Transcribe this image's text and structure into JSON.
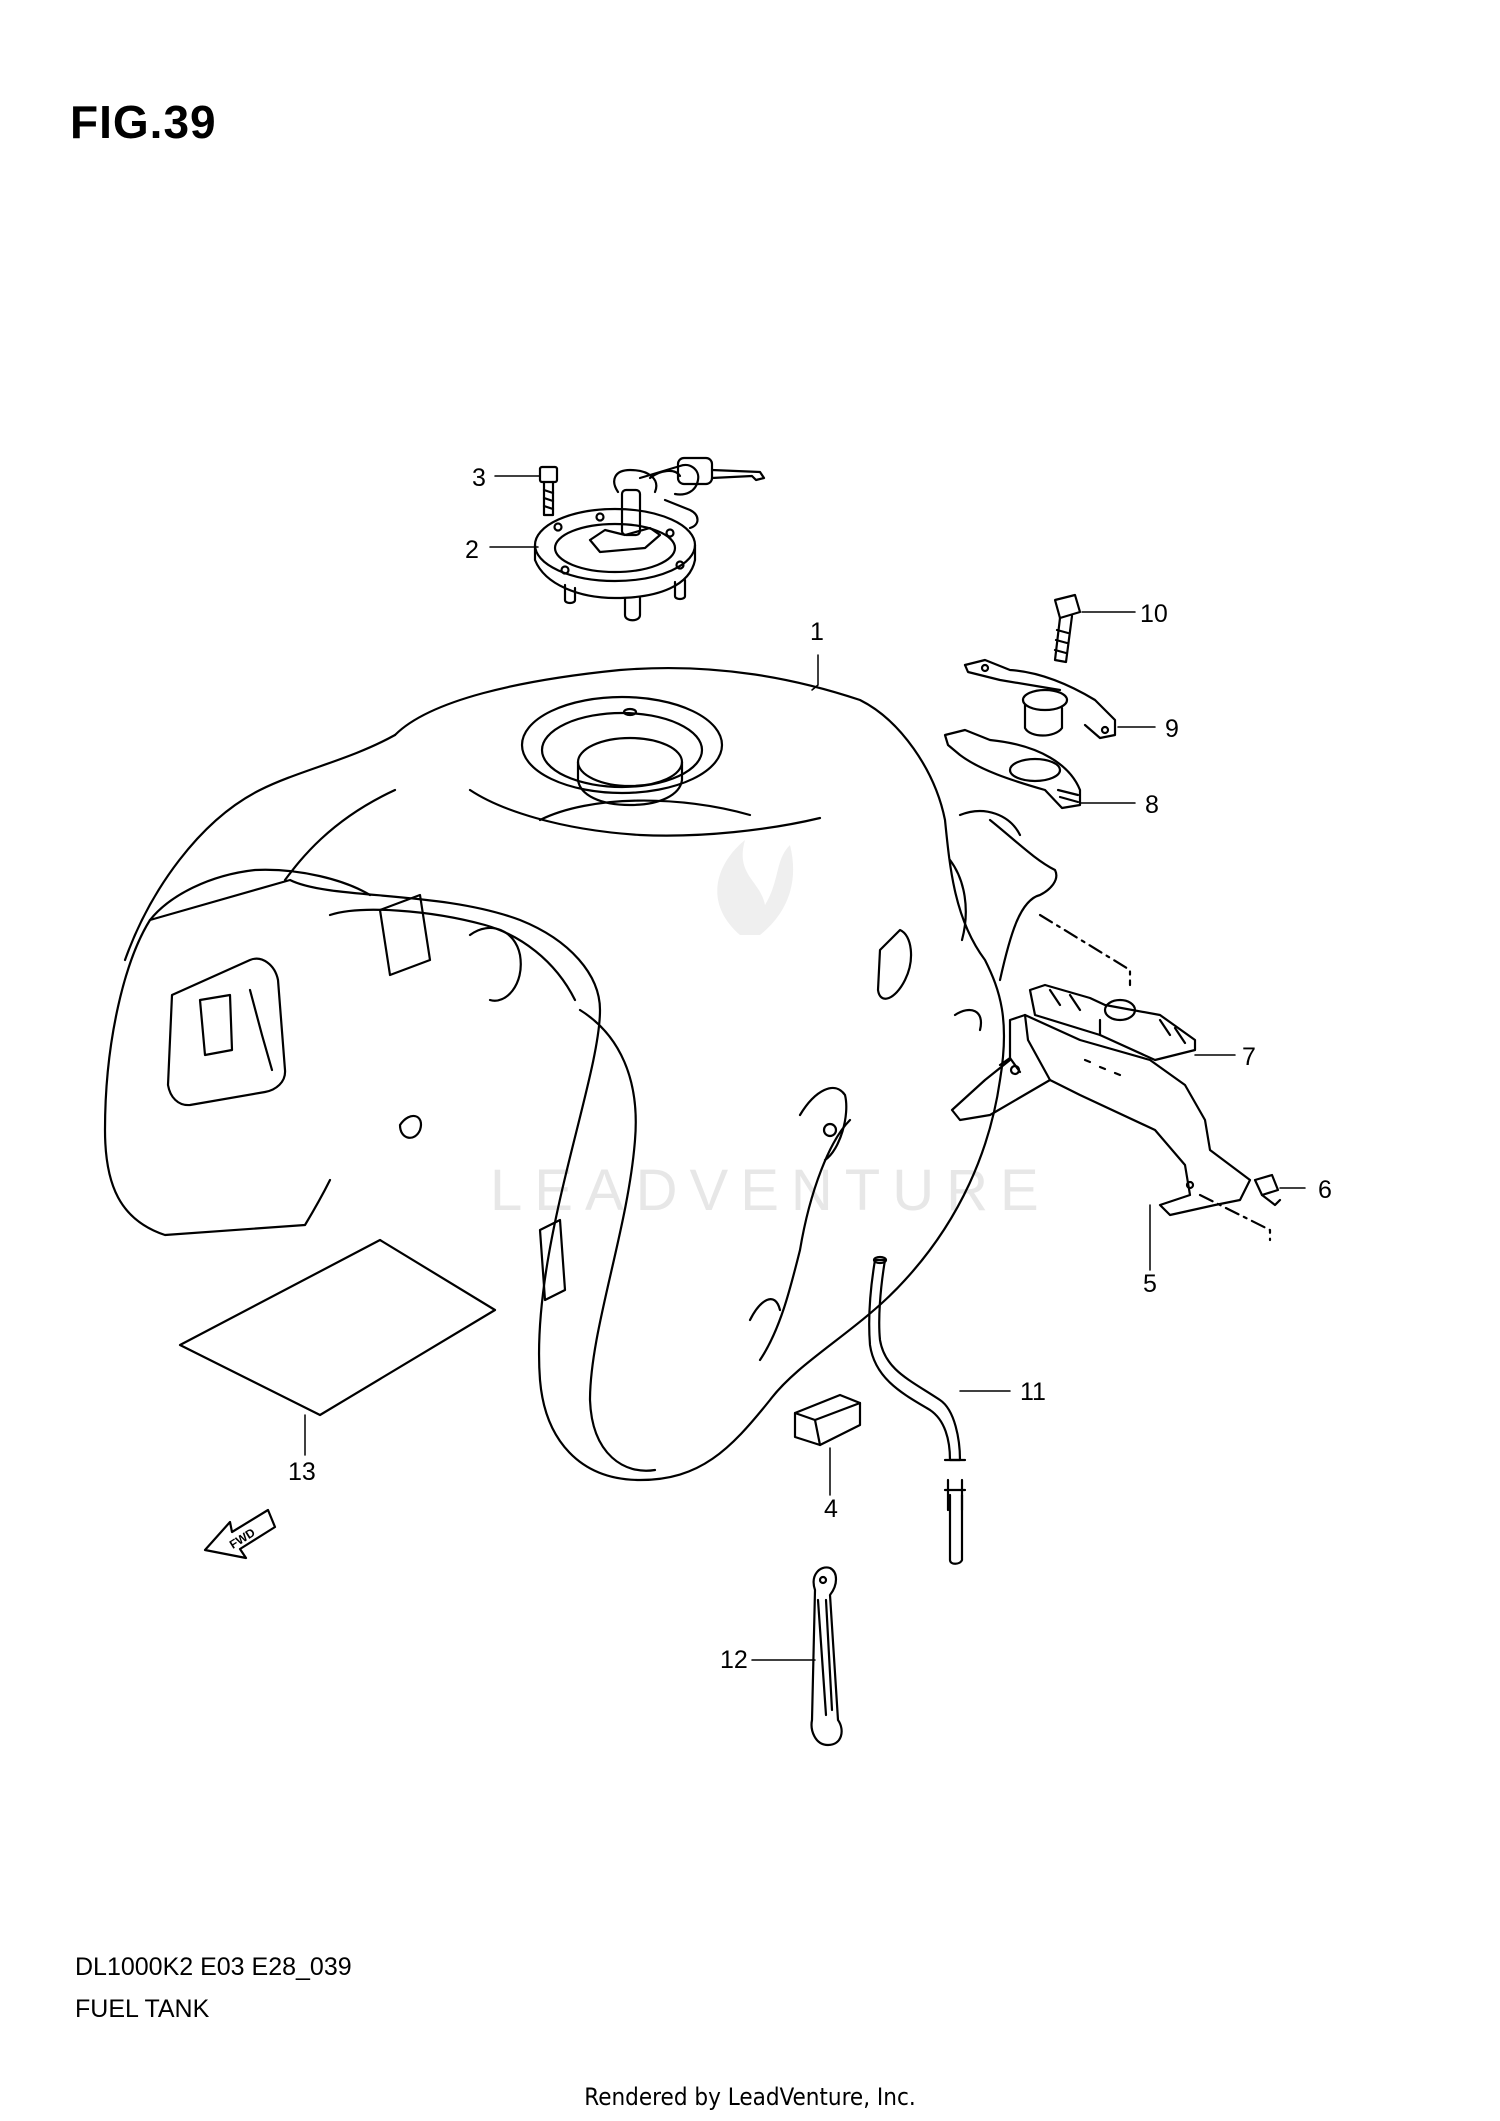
{
  "figure": {
    "title": "FIG.39"
  },
  "watermark": {
    "text": "LEADVENTURE"
  },
  "callouts": [
    {
      "number": "1"
    },
    {
      "number": "2"
    },
    {
      "number": "3"
    },
    {
      "number": "4"
    },
    {
      "number": "5"
    },
    {
      "number": "6"
    },
    {
      "number": "7"
    },
    {
      "number": "8"
    },
    {
      "number": "9"
    },
    {
      "number": "10"
    },
    {
      "number": "11"
    },
    {
      "number": "12"
    },
    {
      "number": "13"
    }
  ],
  "direction_arrow": {
    "label": "FWD"
  },
  "caption": {
    "model_code": "DL1000K2 E03 E28_039",
    "model_name": "FUEL TANK"
  },
  "footer": {
    "text": "Rendered by LeadVenture, Inc."
  },
  "colors": {
    "line": "#000000",
    "background": "#ffffff",
    "watermark": "#e7e7e7"
  }
}
